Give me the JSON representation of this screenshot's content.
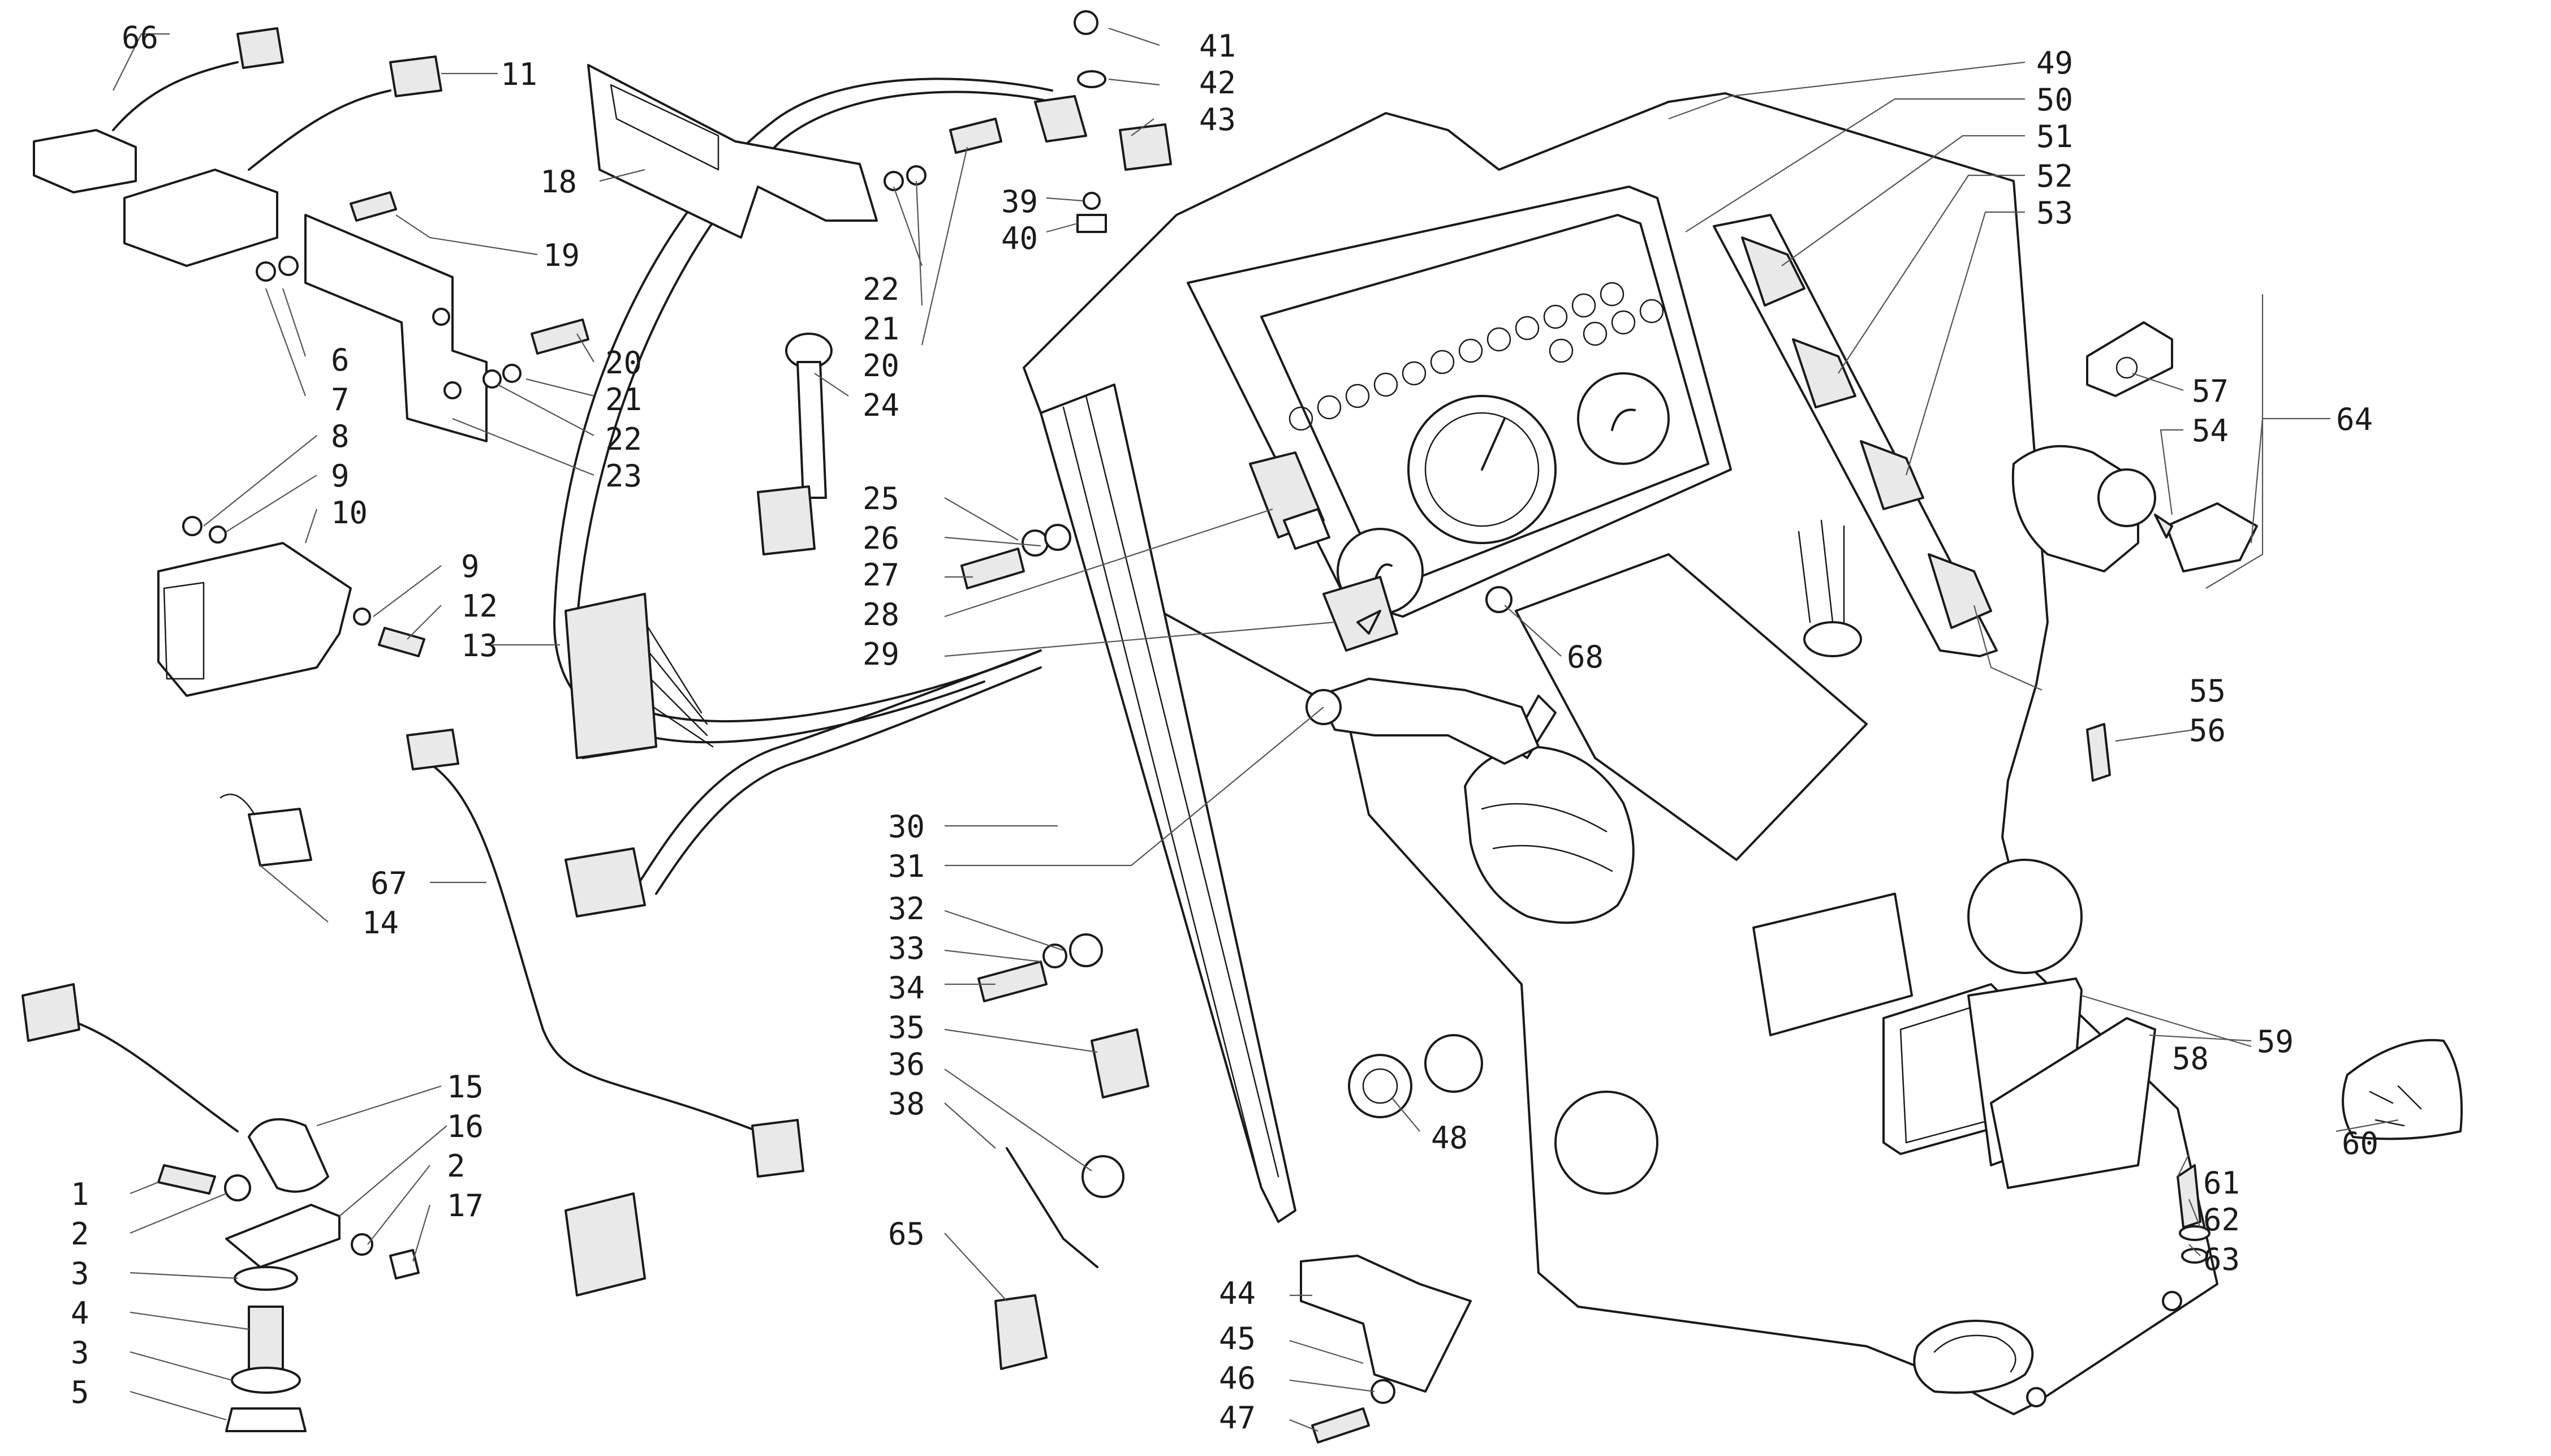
{
  "callouts": [
    {
      "id": "c66",
      "text": "66"
    },
    {
      "id": "c11",
      "text": "11"
    },
    {
      "id": "c18",
      "text": "18"
    },
    {
      "id": "c19",
      "text": "19"
    },
    {
      "id": "c6",
      "text": "6"
    },
    {
      "id": "c7",
      "text": "7"
    },
    {
      "id": "c20a",
      "text": "20"
    },
    {
      "id": "c21a",
      "text": "21"
    },
    {
      "id": "c22a",
      "text": "22"
    },
    {
      "id": "c23",
      "text": "23"
    },
    {
      "id": "c8",
      "text": "8"
    },
    {
      "id": "c9a",
      "text": "9"
    },
    {
      "id": "c10",
      "text": "10"
    },
    {
      "id": "c9b",
      "text": "9"
    },
    {
      "id": "c12",
      "text": "12"
    },
    {
      "id": "c13",
      "text": "13"
    },
    {
      "id": "c14",
      "text": "14"
    },
    {
      "id": "c67",
      "text": "67"
    },
    {
      "id": "c15",
      "text": "15"
    },
    {
      "id": "c16",
      "text": "16"
    },
    {
      "id": "c1",
      "text": "1"
    },
    {
      "id": "c2a",
      "text": "2"
    },
    {
      "id": "c2b",
      "text": "2"
    },
    {
      "id": "c17",
      "text": "17"
    },
    {
      "id": "c3a",
      "text": "3"
    },
    {
      "id": "c4",
      "text": "4"
    },
    {
      "id": "c3b",
      "text": "3"
    },
    {
      "id": "c5",
      "text": "5"
    },
    {
      "id": "c22b",
      "text": "22"
    },
    {
      "id": "c21b",
      "text": "21"
    },
    {
      "id": "c20b",
      "text": "20"
    },
    {
      "id": "c24",
      "text": "24"
    },
    {
      "id": "c41",
      "text": "41"
    },
    {
      "id": "c42",
      "text": "42"
    },
    {
      "id": "c43",
      "text": "43"
    },
    {
      "id": "c39",
      "text": "39"
    },
    {
      "id": "c40",
      "text": "40"
    },
    {
      "id": "c25",
      "text": "25"
    },
    {
      "id": "c26",
      "text": "26"
    },
    {
      "id": "c27",
      "text": "27"
    },
    {
      "id": "c28",
      "text": "28"
    },
    {
      "id": "c29",
      "text": "29"
    },
    {
      "id": "c30",
      "text": "30"
    },
    {
      "id": "c31",
      "text": "31"
    },
    {
      "id": "c32",
      "text": "32"
    },
    {
      "id": "c33",
      "text": "33"
    },
    {
      "id": "c34",
      "text": "34"
    },
    {
      "id": "c35",
      "text": "35"
    },
    {
      "id": "c36",
      "text": "36"
    },
    {
      "id": "c38",
      "text": "38"
    },
    {
      "id": "c65",
      "text": "65"
    },
    {
      "id": "c44",
      "text": "44"
    },
    {
      "id": "c45",
      "text": "45"
    },
    {
      "id": "c46",
      "text": "46"
    },
    {
      "id": "c47",
      "text": "47"
    },
    {
      "id": "c48",
      "text": "48"
    },
    {
      "id": "c49",
      "text": "49"
    },
    {
      "id": "c50",
      "text": "50"
    },
    {
      "id": "c51",
      "text": "51"
    },
    {
      "id": "c52",
      "text": "52"
    },
    {
      "id": "c53",
      "text": "53"
    },
    {
      "id": "c57",
      "text": "57"
    },
    {
      "id": "c54",
      "text": "54"
    },
    {
      "id": "c64",
      "text": "64"
    },
    {
      "id": "c55",
      "text": "55"
    },
    {
      "id": "c56",
      "text": "56"
    },
    {
      "id": "c68",
      "text": "68"
    },
    {
      "id": "c59",
      "text": "59"
    },
    {
      "id": "c58",
      "text": "58"
    },
    {
      "id": "c60",
      "text": "60"
    },
    {
      "id": "c61",
      "text": "61"
    },
    {
      "id": "c62",
      "text": "62"
    },
    {
      "id": "c63",
      "text": "63"
    }
  ]
}
